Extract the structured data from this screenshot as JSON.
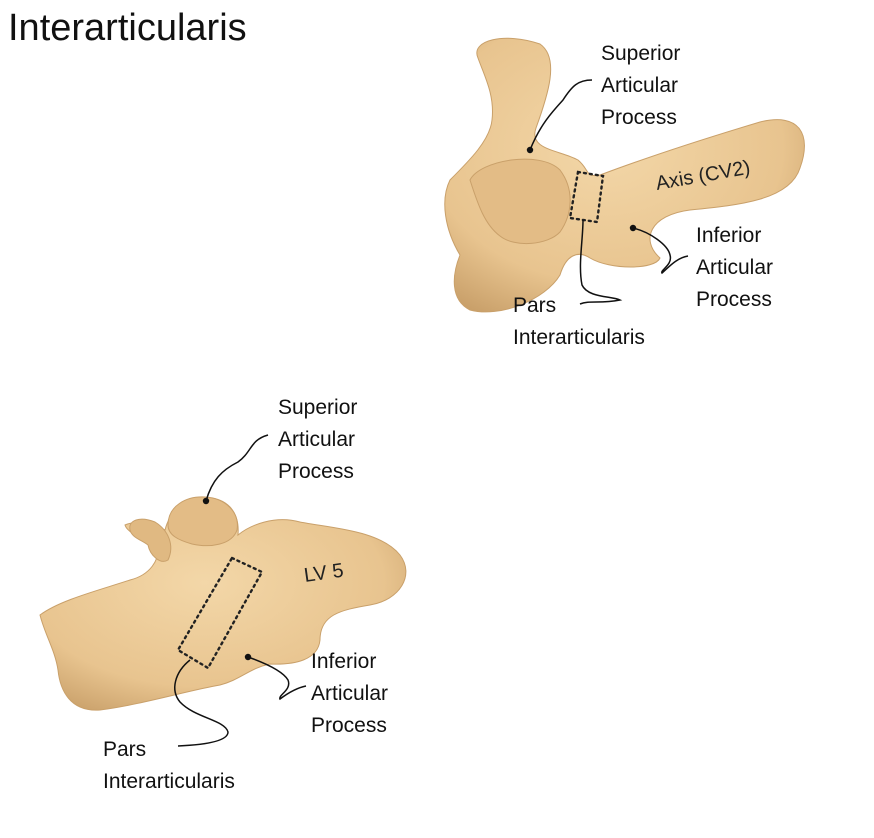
{
  "title": "Interarticularis",
  "bone_color": "#E8C48F",
  "axis_figure": {
    "bone_label": "Axis (CV2)",
    "superior_articular_process": [
      "Superior",
      "Articular",
      "Process"
    ],
    "inferior_articular_process": [
      "Inferior",
      "Articular",
      "Process"
    ],
    "pars_interarticularis": [
      "Pars",
      "Interarticularis"
    ]
  },
  "lumbar_figure": {
    "bone_label": "LV 5",
    "superior_articular_process": [
      "Superior",
      "Articular",
      "Process"
    ],
    "inferior_articular_process": [
      "Inferior",
      "Articular",
      "Process"
    ],
    "pars_interarticularis": [
      "Pars",
      "Interarticularis"
    ]
  }
}
